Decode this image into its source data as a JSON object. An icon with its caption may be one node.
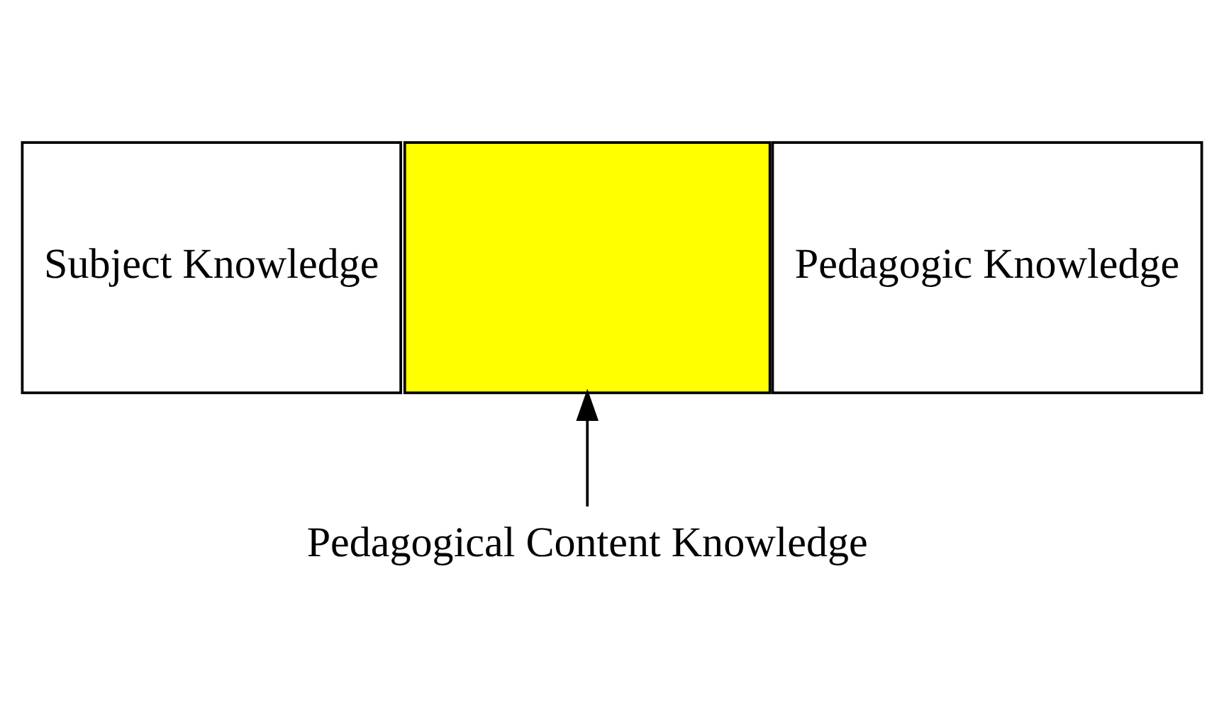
{
  "diagram": {
    "nodes": [
      {
        "text": [
          "Subject Knowledge"
        ]
      },
      {
        "text": [],
        "shape": "box"
      },
      {
        "text": [
          "Pedagogic Knowledge"
        ]
      },
      {
        "text": [
          "Pedagogical Content Knowledge"
        ]
      }
    ],
    "edges": [
      {
        "from": 3,
        "to": 1,
        "arrow": "to"
      }
    ]
  }
}
